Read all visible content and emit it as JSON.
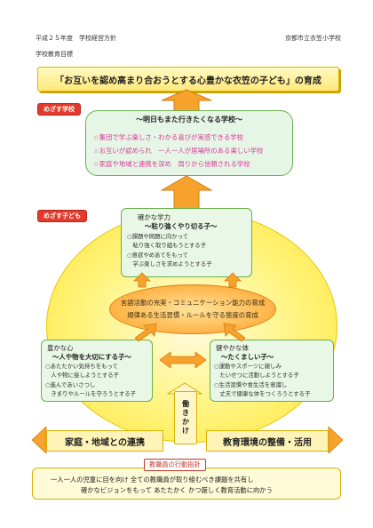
{
  "header": {
    "left": "平成２５年度　学校経営方針",
    "right": "京都市立衣笠小学校"
  },
  "section_title": "学校教育目標",
  "goal": "「お互いを認め高まり合おうとする心豊かな衣笠の子ども」の育成",
  "school": {
    "tag": "めざす学校",
    "title": "～明日もまた行きたくなる学校～",
    "items": [
      "☆集団で学ぶ楽しさ・わかる喜びが実感できる学校",
      "☆お互いが認められ　一人一人が居場所のある楽しい学校",
      "☆家庭や地域と連携を深め　周りから信頼される学校"
    ]
  },
  "child": {
    "tag": "めざす子ども",
    "academic": {
      "title": "確かな学力",
      "subtitle": "～粘り強くやり切る子～",
      "lines": [
        "○課題や問題に向かって",
        "　粘り強く取り組もうとする子",
        "○意欲やめあてをもって",
        "　学ぶ楽しさを求めようとする子"
      ]
    },
    "center": [
      "言語活動の充実・コミュニケーション能力の育成",
      "規律ある生活習慣・ルールを守る態度の育成"
    ],
    "heart": {
      "title": "豊かな心",
      "subtitle": "～人や物を大切にする子～",
      "lines": [
        "○あたたかい気持ちをもって",
        "　人や物に接しようとする子",
        "○進んであいさつし",
        "　きまりやルールを守ろうとする子"
      ]
    },
    "body": {
      "title": "健やかな体",
      "subtitle": "～たくましい子～",
      "lines": [
        "○運動やスポーツに親しみ",
        "　たいせつに活動しようとする子",
        "○生活習慣や食生活を意識し",
        "　丈夫で健康な体をつくろうとする子"
      ]
    }
  },
  "banners": {
    "left": "家庭・地域との連携",
    "right": "教育環境の整備・活用"
  },
  "hatarakikake": [
    "働",
    "き",
    "か",
    "け"
  ],
  "action": {
    "tag": "教職員の行動指針",
    "lines": [
      "一人一人の児童に目を向け 全ての教職員が取り組むべき課題を共有し",
      "確かなビジョンをもって あたたかく かつ厳しく教育活動に向かう"
    ]
  },
  "colors": {
    "tag_red": "#e23b2e",
    "green_border": "#6ab04c",
    "yellow_fill": "#fff37a",
    "orange_arrow": "#f7a22c",
    "school_text_pink": "#d63a9a"
  }
}
